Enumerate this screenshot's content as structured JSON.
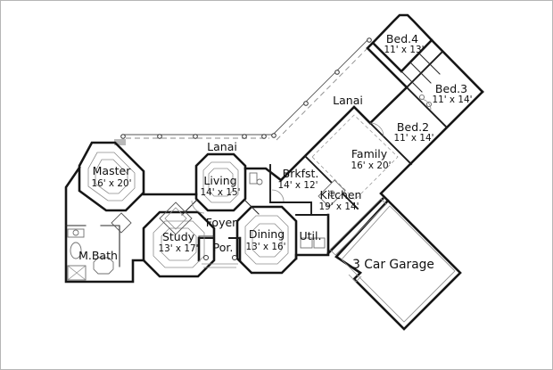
{
  "page": {
    "background": "#ffffff",
    "border_color": "#b5b5b5"
  },
  "plan": {
    "type": "residential-floor-plan",
    "colors": {
      "wall": "#161616",
      "detail_line": "#8d8d8d",
      "label_text": "#101010",
      "shading": "#b9b9b9"
    },
    "rooms": [
      {
        "id": "master",
        "name": "Master",
        "dims": "16' x 20'"
      },
      {
        "id": "m_bath",
        "name": "M.Bath",
        "dims": ""
      },
      {
        "id": "study",
        "name": "Study",
        "dims": "13' x 17'"
      },
      {
        "id": "living",
        "name": "Living",
        "dims": "14' x 15'"
      },
      {
        "id": "lanai_left",
        "name": "Lanai",
        "dims": ""
      },
      {
        "id": "foyer",
        "name": "Foyer",
        "dims": ""
      },
      {
        "id": "porch",
        "name": "Por.",
        "dims": ""
      },
      {
        "id": "dining",
        "name": "Dining",
        "dims": "13' x 16'"
      },
      {
        "id": "utility",
        "name": "Util.",
        "dims": ""
      },
      {
        "id": "breakfast",
        "name": "Brkfst.",
        "dims": "14' x 12'"
      },
      {
        "id": "kitchen",
        "name": "Kitchen",
        "dims": "19' x 14'"
      },
      {
        "id": "family",
        "name": "Family",
        "dims": "16' x 20'"
      },
      {
        "id": "lanai_right",
        "name": "Lanai",
        "dims": ""
      },
      {
        "id": "bed2",
        "name": "Bed.2",
        "dims": "11' x 14'"
      },
      {
        "id": "bed3",
        "name": "Bed.3",
        "dims": "11' x 14'"
      },
      {
        "id": "bed4",
        "name": "Bed.4",
        "dims": "11' x 13'"
      },
      {
        "id": "garage",
        "name": "3 Car Garage",
        "dims": ""
      }
    ]
  }
}
